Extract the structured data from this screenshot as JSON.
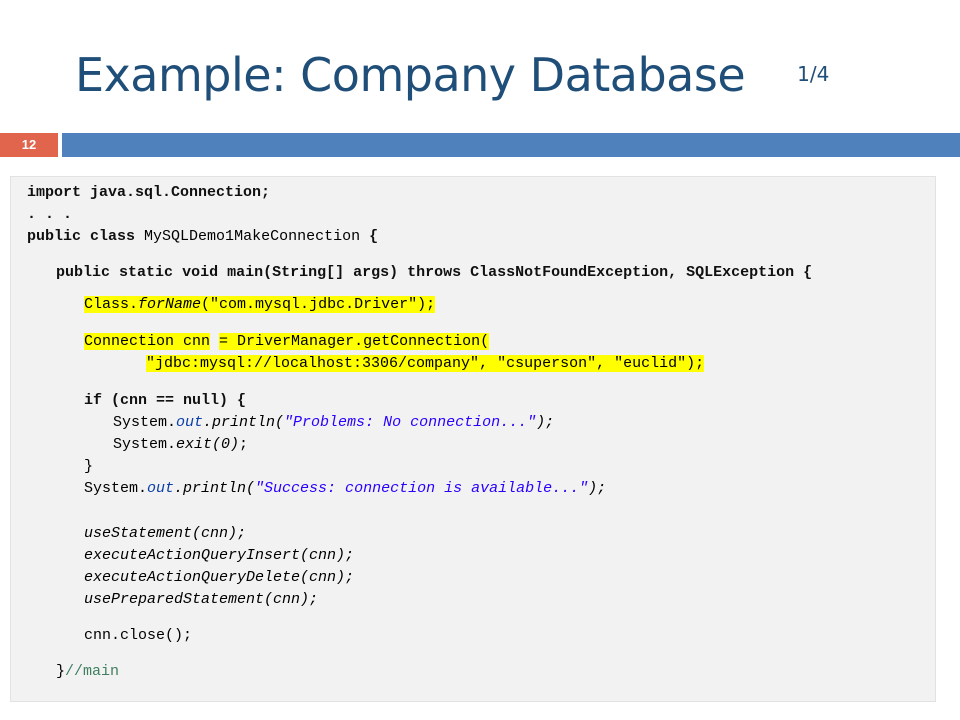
{
  "slide": {
    "title": "Example: Company Database",
    "subtitle": "1/4",
    "number": "12",
    "colors": {
      "title": "#1f4e79",
      "accent_bar": "#4f81bd",
      "number_bar": "#e0654c",
      "highlight": "#ffff00"
    }
  },
  "code": {
    "l01": {
      "kw1": "import",
      "rest": " java.sql.Connection;"
    },
    "l02": {
      "text": ". . ."
    },
    "l03": {
      "kw1": "public",
      "kw2": "class",
      "rest": " MySQLDemo1MakeConnection ",
      "brace": "{"
    },
    "l04": {
      "kw1": "public",
      "kw2": "static",
      "kw3": "void",
      "mid": " main(String[] args) ",
      "kw4": "throws",
      "rest": " ClassNotFoundException, SQLException {"
    },
    "l05": {
      "cls": "Class.",
      "method": "forName",
      "open": "(",
      "str": "\"com.mysql.jdbc.Driver\"",
      "close": ");"
    },
    "l06": {
      "a": "Connection cnn",
      "b": " ",
      "c": "= DriverManager.getConnection("
    },
    "l07": {
      "s1": "\"jdbc:mysql://localhost:3306/company\"",
      "sep1": ", ",
      "s2": "\"csuperson\"",
      "sep2": ", ",
      "s3": "\"euclid\"",
      "close": ");"
    },
    "l08": {
      "kw1": "if",
      "mid": " (cnn == ",
      "kw2": "null",
      "rest": ") {"
    },
    "l09": {
      "pre": "System.",
      "fld": "out",
      "mth": ".println(",
      "str": "\"Problems: No connection...\"",
      "close": ");"
    },
    "l10": {
      "pre": "System.",
      "mth": "exit(0)",
      "close": ";"
    },
    "l11": {
      "text": "}"
    },
    "l12": {
      "pre": "System.",
      "fld": "out",
      "mth": ".println(",
      "str": "\"Success: connection is available...\"",
      "close": ");"
    },
    "l13": {
      "text": "useStatement(cnn);"
    },
    "l14": {
      "text": "executeActionQueryInsert(cnn);"
    },
    "l15": {
      "text": "executeActionQueryDelete(cnn);"
    },
    "l16": {
      "text": "usePreparedStatement(cnn);"
    },
    "l17": {
      "text": "cnn.close();"
    },
    "l18": {
      "brace": "}",
      "cmt": "//main"
    }
  }
}
